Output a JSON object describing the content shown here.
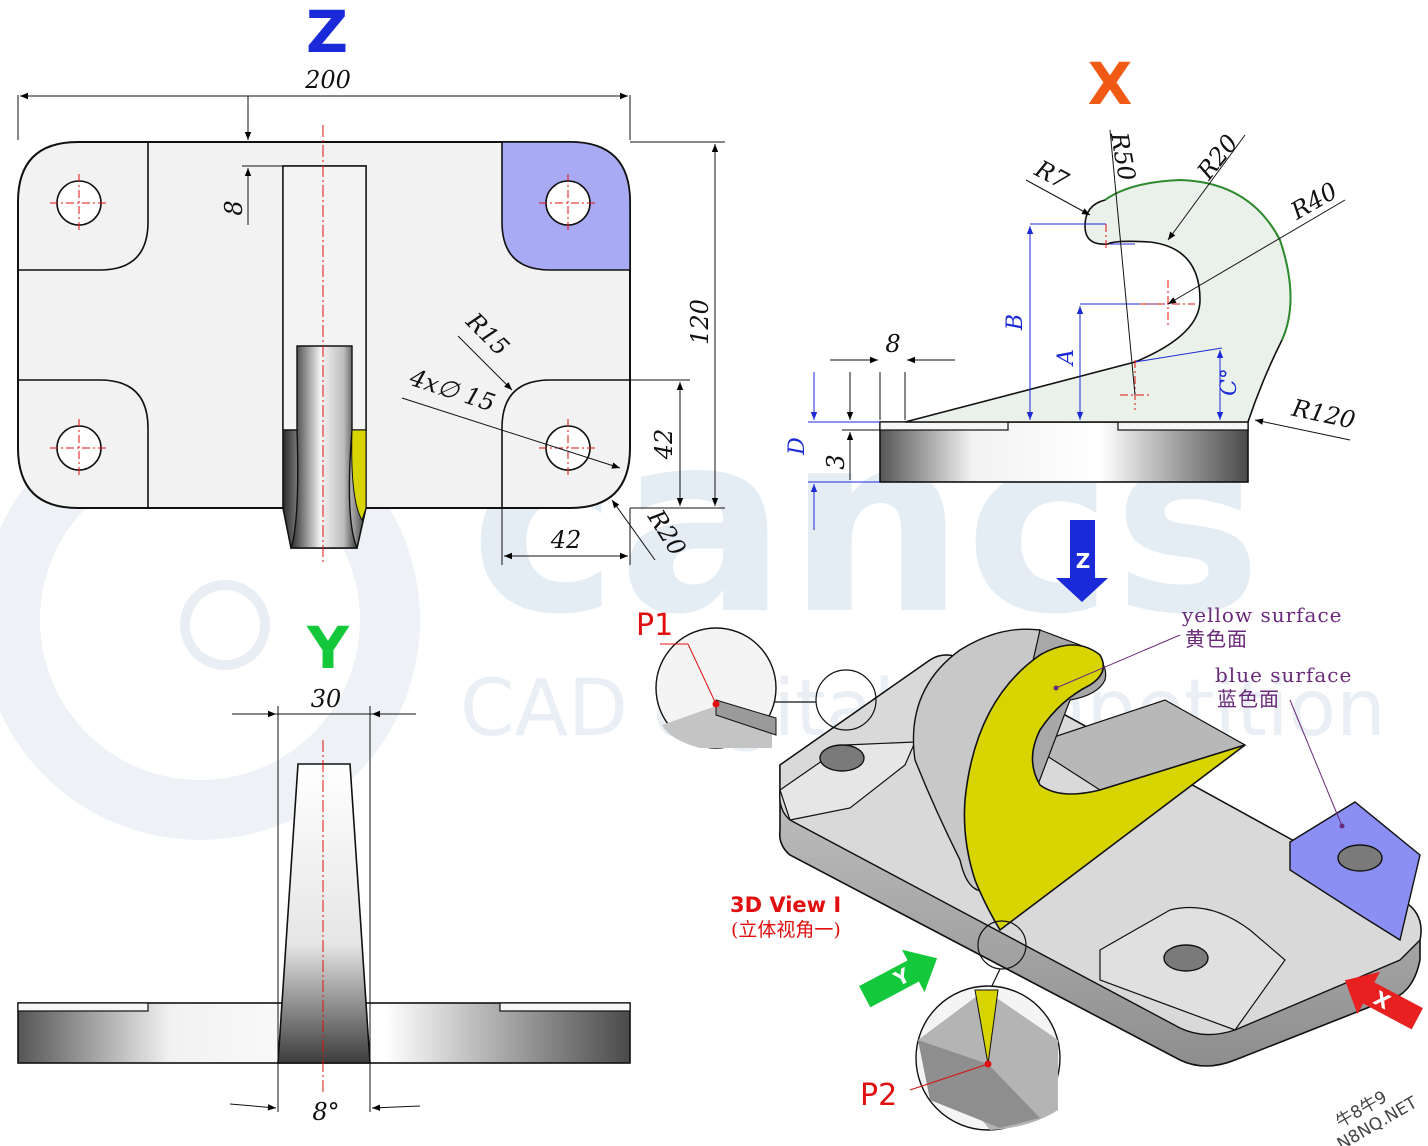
{
  "views": {
    "z": "Z",
    "x": "X",
    "y": "Y"
  },
  "watermark": {
    "main": "cancs",
    "sub": "CAD digital competition"
  },
  "dims_z": {
    "width": "200",
    "height": "120",
    "top_offset": "8",
    "fillet_r15": "R15",
    "holes": "4x∅ 15",
    "corner_r20": "R20",
    "pad_h": "42",
    "pad_w": "42"
  },
  "dims_x": {
    "r50": "R50",
    "r20": "R20",
    "r7": "R7",
    "r40": "R40",
    "r120": "R120",
    "b": "B",
    "a": "A",
    "c": "C°",
    "thickness8": "8",
    "d": "D",
    "t3": "3"
  },
  "dims_y": {
    "width30": "30",
    "angle8": "8°"
  },
  "iso": {
    "p1": "P1",
    "p2": "P2",
    "yellow_en": "yellow surface",
    "yellow_cn": "黄色面",
    "blue_en": "blue surface",
    "blue_cn": "蓝色面",
    "view_en": "3D View I",
    "view_cn": "(立体视角一)",
    "axis_x": "X",
    "axis_y": "Y",
    "axis_z": "Z"
  },
  "corner_mark": {
    "line1": "牛8牛9",
    "line2": "N8NQ.NET"
  },
  "colors": {
    "blue_view": "#1a2ad8",
    "x_view": "#f05a14",
    "y_view": "#14c83c",
    "yellow_surface": "#d8d400",
    "blue_surface": "#8b8ef2",
    "green_arc": "#2e8b2e",
    "dim_blue": "#1a2bd6",
    "red": "#e01010"
  }
}
